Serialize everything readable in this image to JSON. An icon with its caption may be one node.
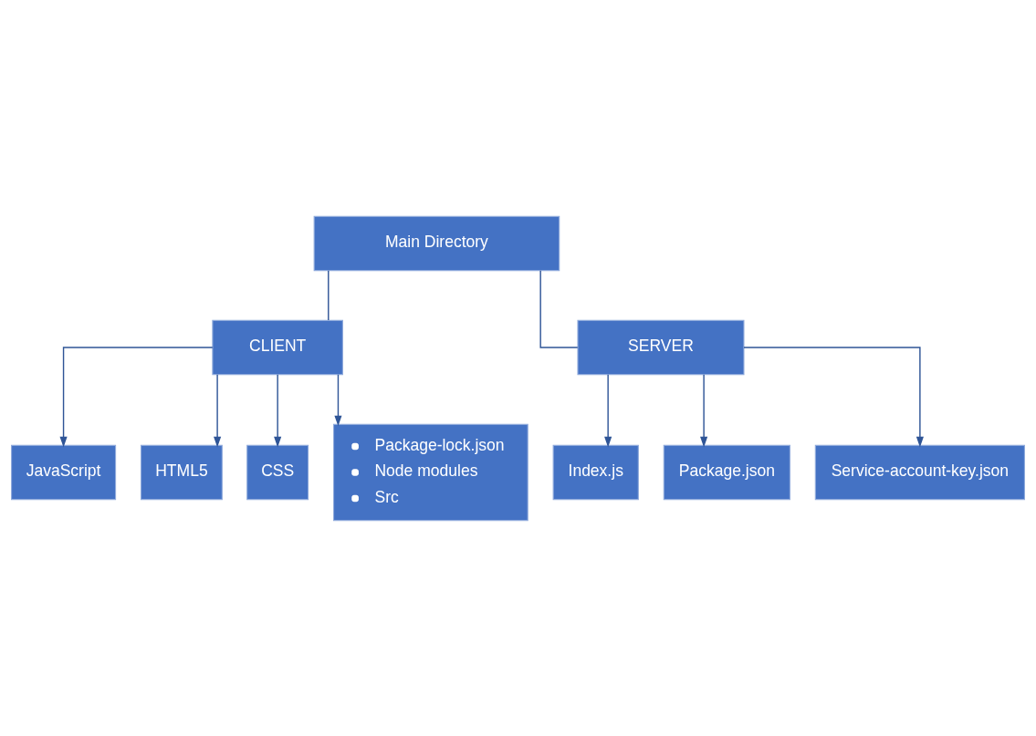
{
  "diagram": {
    "nodes": [
      {
        "text": [
          "Main Directory"
        ]
      },
      {
        "text": [
          "CLIENT"
        ]
      },
      {
        "text": [
          "SERVER"
        ]
      },
      {
        "text": [
          "JavaScript"
        ]
      },
      {
        "text": [
          "HTML5"
        ]
      },
      {
        "text": [
          "CSS"
        ]
      },
      {
        "text": [
          "Package-lock.json",
          "Node modules",
          "Src"
        ]
      },
      {
        "text": [
          "Index.js"
        ]
      },
      {
        "text": [
          "Package.json"
        ]
      },
      {
        "text": [
          "Service-account-key.json"
        ]
      }
    ],
    "edges": [
      {
        "from": 0,
        "to": 1,
        "arrow": "none"
      },
      {
        "from": 0,
        "to": 2,
        "arrow": "none"
      },
      {
        "from": 1,
        "to": 3,
        "arrow": "to"
      },
      {
        "from": 1,
        "to": 4,
        "arrow": "to"
      },
      {
        "from": 1,
        "to": 5,
        "arrow": "to"
      },
      {
        "from": 1,
        "to": 6,
        "arrow": "to"
      },
      {
        "from": 2,
        "to": 7,
        "arrow": "to"
      },
      {
        "from": 2,
        "to": 8,
        "arrow": "to"
      },
      {
        "from": 2,
        "to": 9,
        "arrow": "to"
      }
    ]
  }
}
